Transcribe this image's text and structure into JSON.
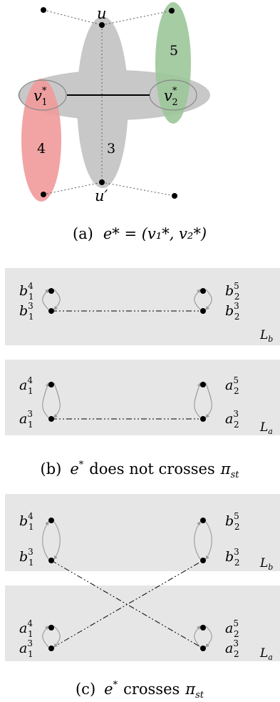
{
  "colors": {
    "gray_region": "#c8c8c8",
    "band": "#e6e6e6",
    "red_region": "#f19a9a",
    "green_region": "#9cc79a",
    "node": "#000000",
    "arrow": "#999999"
  },
  "a": {
    "u": "u",
    "u_prime": "u′",
    "v1": "v",
    "v1_sub": "1",
    "v1_sup": "*",
    "v2": "v",
    "v2_sub": "2",
    "v2_sup": "*",
    "region_3": "3",
    "region_4": "4",
    "region_5": "5",
    "caption_tag": "(a)",
    "caption_formula": "e* = (v₁*, v₂*)"
  },
  "b": {
    "top_layer": "L",
    "top_layer_sub": "b",
    "bottom_layer": "L",
    "bottom_layer_sub": "a",
    "b14": "b",
    "b14_sub": "1",
    "b14_sup": "4",
    "b13": "b",
    "b13_sub": "1",
    "b13_sup": "3",
    "b25": "b",
    "b25_sub": "2",
    "b25_sup": "5",
    "b23": "b",
    "b23_sub": "2",
    "b23_sup": "3",
    "a14": "a",
    "a14_sub": "1",
    "a14_sup": "4",
    "a13": "a",
    "a13_sub": "1",
    "a13_sup": "3",
    "a25": "a",
    "a25_sub": "2",
    "a25_sup": "5",
    "a23": "a",
    "a23_sub": "2",
    "a23_sup": "3",
    "caption_tag": "(b)",
    "caption_e": "e",
    "caption_e_sup": "*",
    "caption_text": "does not crosses",
    "caption_pi": "π",
    "caption_pi_sub": "st"
  },
  "c": {
    "top_layer": "L",
    "top_layer_sub": "b",
    "bottom_layer": "L",
    "bottom_layer_sub": "a",
    "b14": "b",
    "b14_sub": "1",
    "b14_sup": "4",
    "b13": "b",
    "b13_sub": "1",
    "b13_sup": "3",
    "b25": "b",
    "b25_sub": "2",
    "b25_sup": "5",
    "b23": "b",
    "b23_sub": "2",
    "b23_sup": "3",
    "a14": "a",
    "a14_sub": "1",
    "a14_sup": "4",
    "a13": "a",
    "a13_sub": "1",
    "a13_sup": "3",
    "a25": "a",
    "a25_sub": "2",
    "a25_sup": "5",
    "a23": "a",
    "a23_sub": "2",
    "a23_sup": "3",
    "caption_tag": "(c)",
    "caption_e": "e",
    "caption_e_sup": "*",
    "caption_text": "crosses",
    "caption_pi": "π",
    "caption_pi_sub": "st"
  }
}
